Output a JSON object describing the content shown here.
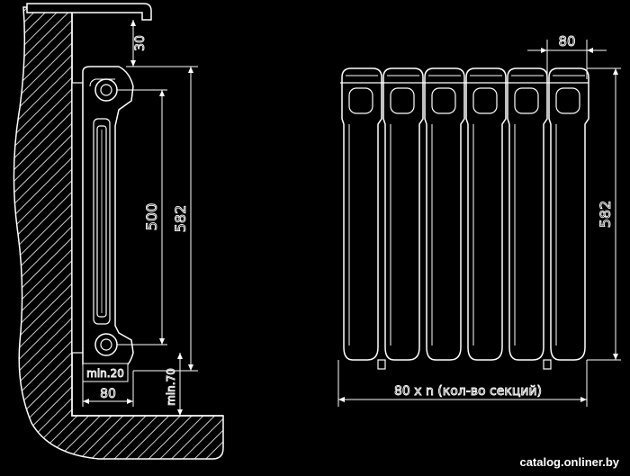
{
  "side_view": {
    "dim_top_clearance": "30",
    "dim_height": "582",
    "dim_axis_distance": "500",
    "dim_min_clearance": "min.20",
    "dim_depth": "80",
    "dim_bottom_clearance": "min.70"
  },
  "front_view": {
    "dim_section_width": "80",
    "dim_height": "582",
    "dim_total_width": "80 x n (кол-во секций)"
  },
  "watermark": "catalog.onliner.by"
}
